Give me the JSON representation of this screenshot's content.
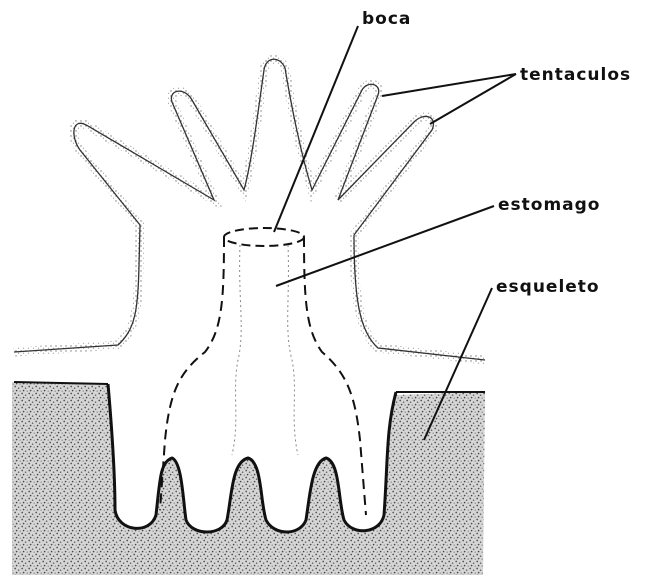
{
  "labels": {
    "boca": "boca",
    "tentaculos": "tentaculos",
    "estomago": "estomago",
    "esqueleto": "esqueleto"
  },
  "colors": {
    "ink": "#111111",
    "paper": "#ffffff",
    "skeleton_stipple": "#8a8a8a"
  }
}
